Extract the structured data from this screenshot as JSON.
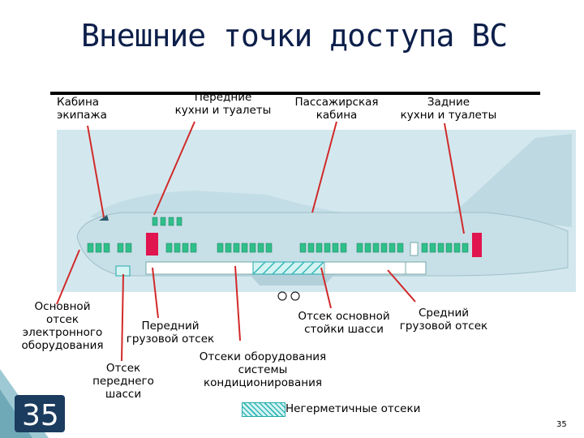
{
  "title": "Внешние точки доступа ВС",
  "labels": {
    "cockpit": [
      "Кабина",
      "экипажа"
    ],
    "forward_galleys": [
      "Передние",
      "кухни и туалеты"
    ],
    "passenger_cabin": [
      "Пассажирская",
      "кабина"
    ],
    "aft_galleys": [
      "Задние",
      "кухни и туалеты"
    ],
    "main_ee_bay": [
      "Основной",
      "отсек",
      "электронного",
      "оборудования"
    ],
    "forward_cargo": [
      "Передний",
      "грузовой отсек"
    ],
    "nose_gear_bay": [
      "Отсек",
      "переднего",
      "шасси"
    ],
    "ac_packs_bay": [
      "Отсеки оборудования",
      "системы",
      "кондиционирования"
    ],
    "main_gear_bay": [
      "Отсек основной",
      "стойки шасси"
    ],
    "mid_cargo": [
      "Средний",
      "грузовой отсек"
    ]
  },
  "legend": {
    "unpressurized": "Негерметичные отсеки"
  },
  "slide_number": "35",
  "page_number": "35",
  "colors": {
    "fuselage": "#d3e8ee",
    "pointer": "#d12a2a",
    "door": "#e0144f",
    "window": "#2fbf8a",
    "hatch": "#33b7b7"
  }
}
